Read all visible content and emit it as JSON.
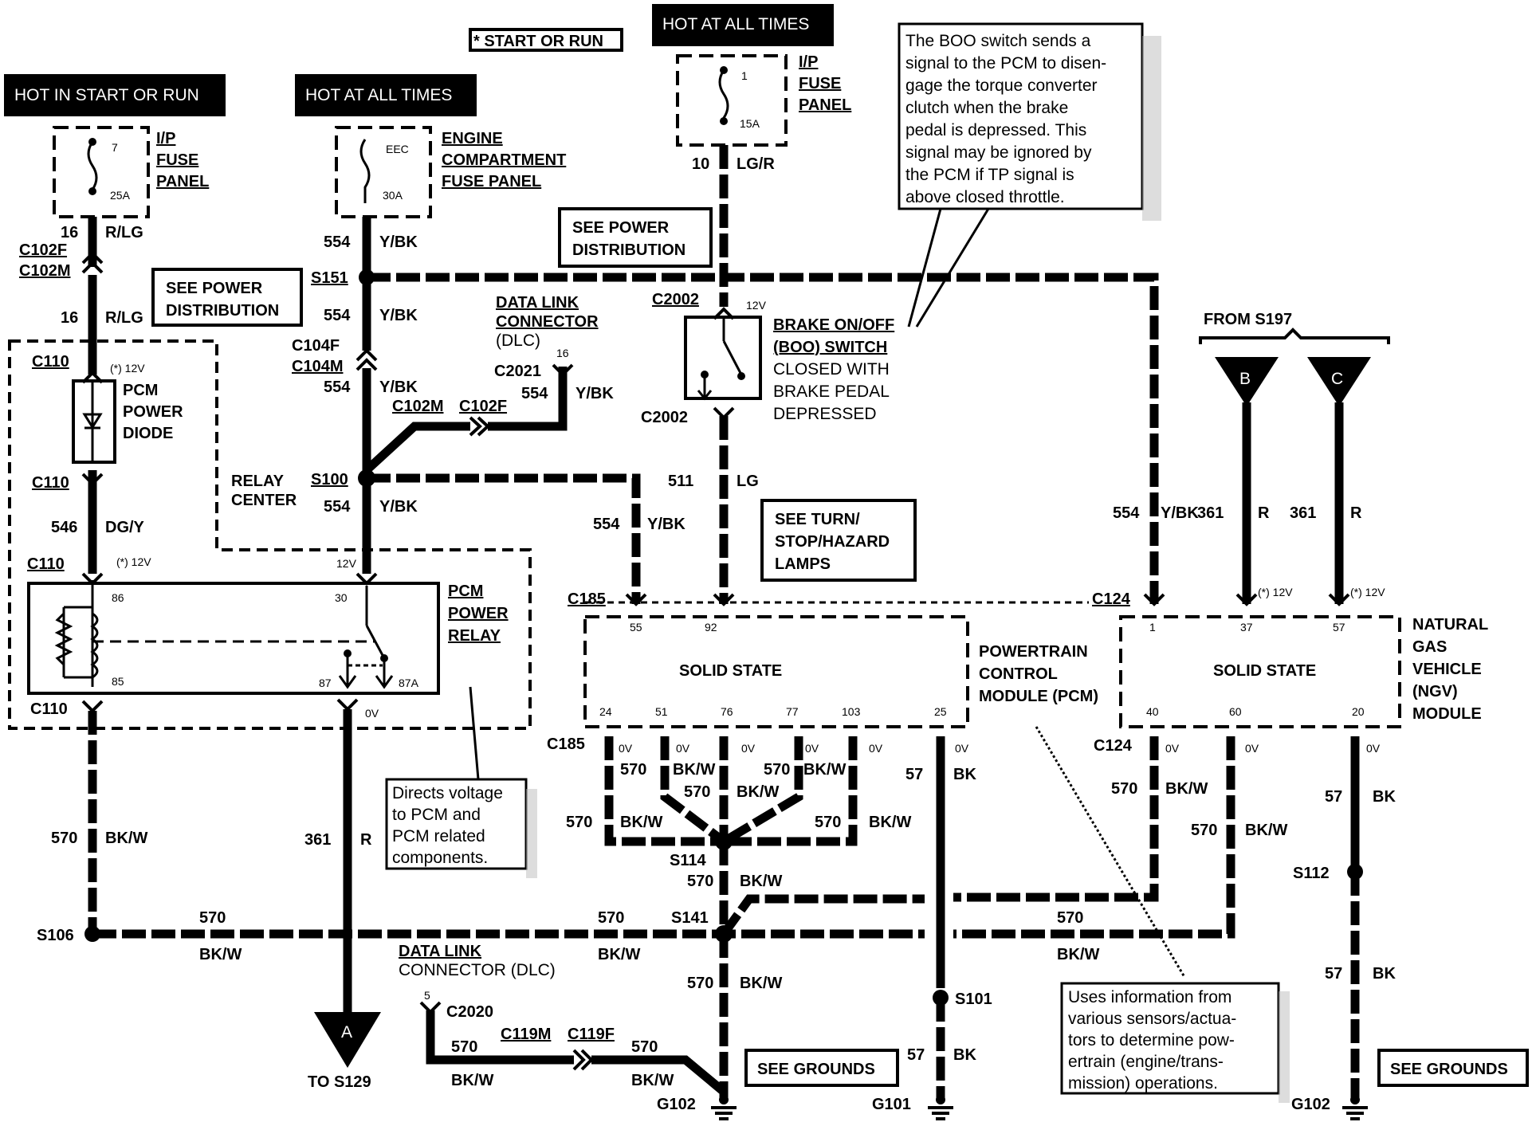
{
  "headers": {
    "hot_start_run": "HOT IN START OR RUN",
    "hot_all_times_1": "HOT AT ALL TIMES",
    "hot_all_times_2": "HOT AT ALL TIMES",
    "start_or_run": "* START OR RUN"
  },
  "fuses": {
    "ip_fuse_7": {
      "num": "7",
      "amps": "25A",
      "label1": "I/P",
      "label2": "FUSE",
      "label3": "PANEL"
    },
    "eec_fuse": {
      "num": "EEC",
      "amps": "30A",
      "label1": "ENGINE",
      "label2": "COMPARTMENT",
      "label3": "FUSE PANEL"
    },
    "ip_fuse_1": {
      "num": "1",
      "amps": "15A",
      "label1": "I/P",
      "label2": "FUSE",
      "label3": "PANEL"
    }
  },
  "notes": {
    "boo": [
      "The BOO switch sends a",
      "signal to the PCM to disen-",
      "gage the torque converter",
      "clutch  when  the  brake",
      "pedal is depressed. This",
      "signal may be ignored by",
      "the  PCM  if  TP  signal  is",
      "above closed throttle."
    ],
    "relay": [
      "Directs voltage",
      "to   PCM   and",
      "PCM     related",
      "components."
    ],
    "pcm": [
      "Uses information from",
      "various sensors/actua-",
      "tors to determine pow-",
      "ertrain   (engine/trans-",
      "mission) operations."
    ]
  },
  "refs": {
    "power_dist_1": [
      "SEE POWER",
      "DISTRIBUTION"
    ],
    "power_dist_2": [
      "SEE POWER",
      "DISTRIBUTION"
    ],
    "turn_lamps": [
      "SEE TURN/",
      "STOP/HAZARD",
      "LAMPS"
    ],
    "grounds_1": "SEE GROUNDS",
    "grounds_2": "SEE GROUNDS"
  },
  "components": {
    "pcm_diode": [
      "PCM",
      "POWER",
      "DIODE"
    ],
    "relay_center": [
      "RELAY",
      "CENTER"
    ],
    "pcm_relay": [
      "PCM",
      "POWER",
      "RELAY"
    ],
    "boo_switch": [
      "BRAKE ON/OFF",
      "(BOO) SWITCH",
      "CLOSED WITH",
      "BRAKE PEDAL",
      "DEPRESSED"
    ],
    "dlc_top": [
      "DATA LINK",
      "CONNECTOR",
      "(DLC)"
    ],
    "dlc_bottom": [
      "DATA LINK",
      "CONNECTOR (DLC)"
    ],
    "pcm": [
      "POWERTRAIN",
      "CONTROL",
      "MODULE (PCM)"
    ],
    "ngv": [
      "NATURAL",
      "GAS",
      "VEHICLE",
      "(NGV)",
      "MODULE"
    ],
    "solid_state": "SOLID STATE",
    "solid_state_2": "SOLID STATE",
    "from_s197": "FROM S197",
    "to_s129": "TO S129"
  },
  "connectors": {
    "c102f": "C102F",
    "c102m": "C102M",
    "c110a": "C110",
    "c110b": "C110",
    "c110c": "C110",
    "c110d": "C110",
    "s151": "S151",
    "c104f": "C104F",
    "c104m": "C104M",
    "c102m2": "C102M",
    "c102f2": "C102F",
    "c2021": "C2021",
    "s100": "S100",
    "c2002a": "C2002",
    "c2002b": "C2002",
    "c185a": "C185",
    "c185b": "C185",
    "c124a": "C124",
    "c124b": "C124",
    "s114": "S114",
    "s141": "S141",
    "s106": "S106",
    "s101": "S101",
    "s112": "S112",
    "c2020": "C2020",
    "c119m": "C119M",
    "c119f": "C119F",
    "g102a": "G102",
    "g101": "G101",
    "g102b": "G102"
  },
  "wires": {
    "w16a": "16",
    "w16a_c": "R/LG",
    "w16b": "16",
    "w16b_c": "R/LG",
    "w554a": "554",
    "w554a_c": "Y/BK",
    "w554b": "554",
    "w554b_c": "Y/BK",
    "w554c": "554",
    "w554c_c": "Y/BK",
    "w554d": "554",
    "w554d_c": "Y/BK",
    "w554e": "554",
    "w554e_c": "Y/BK",
    "w554f": "554",
    "w554f_c": "Y/BK",
    "w554g": "554",
    "w554g_c": "Y/BK",
    "w10": "10",
    "w10_c": "LG/R",
    "w511": "511",
    "w511_c": "LG",
    "w546": "546",
    "w546_c": "DG/Y",
    "w361a": "361",
    "w361a_c": "R",
    "w361b": "361",
    "w361b_c": "R",
    "w361c": "361",
    "w361c_c": "R",
    "w570a": "570",
    "w570a_c": "BK/W",
    "w570b": "570",
    "w570c": "BK/W",
    "w570d": "570",
    "w570d_c": "BK/W",
    "w570e": "570",
    "w570e_c": "BK/W",
    "w570f": "570",
    "w570f_c": "BK/W",
    "w570g": "570",
    "w570g_c": "BK/W",
    "w570h": "570",
    "w570h_c": "BK/W",
    "w570i": "570",
    "w570i_c": "BK/W",
    "w570j": "570",
    "w570j_c": "BK/W",
    "w570k": "570",
    "w570k_c": "BK/W",
    "w570l": "570",
    "w570l_c": "BK/W",
    "w570m": "570",
    "w570m_c": "BK/W",
    "w570n": "570",
    "w570n_c": "BK/W",
    "w570o": "570",
    "w570o_c": "BK/W",
    "w570p": "570",
    "w570p_c": "BK/W",
    "w570q": "570",
    "w570r": "570",
    "w570r_c": "BK/W",
    "w57a": "57",
    "w57a_c": "BK",
    "w57b": "57",
    "w57b_c": "BK",
    "w57c": "57",
    "w57c_c": "BK",
    "w57d": "57",
    "w57d_c": "BK"
  },
  "pins": {
    "v12a": "(*) 12V",
    "v12b": "(*) 12V",
    "v12c": "12V",
    "v12d": "12V",
    "v12e": "(*) 12V",
    "v12f": "(*) 12V",
    "ov": "0V",
    "r86": "86",
    "r30": "30",
    "r85": "85",
    "r87": "87",
    "r87a": "87A",
    "p55": "55",
    "p92": "92",
    "p24": "24",
    "p51": "51",
    "p76": "76",
    "p77": "77",
    "p103": "103",
    "p25": "25",
    "n1": "1",
    "n37": "37",
    "n57": "57",
    "n40": "40",
    "n60": "60",
    "n20": "20",
    "dlc16": "16",
    "dlc5": "5",
    "a": "A",
    "b": "B",
    "c": "C"
  }
}
